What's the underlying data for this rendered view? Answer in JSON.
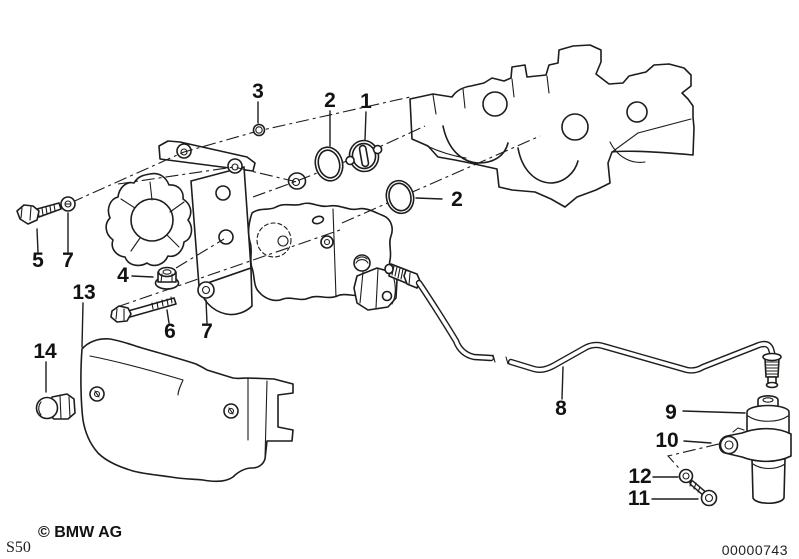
{
  "diagram": {
    "background_color": "#ffffff",
    "line_color": "#1d1d1b",
    "callouts": {
      "c1": "1",
      "c2a": "2",
      "c2b": "2",
      "c3": "3",
      "c4": "4",
      "c5": "5",
      "c6": "6",
      "c7a": "7",
      "c7b": "7",
      "c8": "8",
      "c9": "9",
      "c10": "10",
      "c11": "11",
      "c12": "12",
      "c13": "13",
      "c14": "14"
    },
    "footer": {
      "copyright": "© BMW AG",
      "model_code": "S50",
      "drawing_number": "00000743"
    }
  }
}
